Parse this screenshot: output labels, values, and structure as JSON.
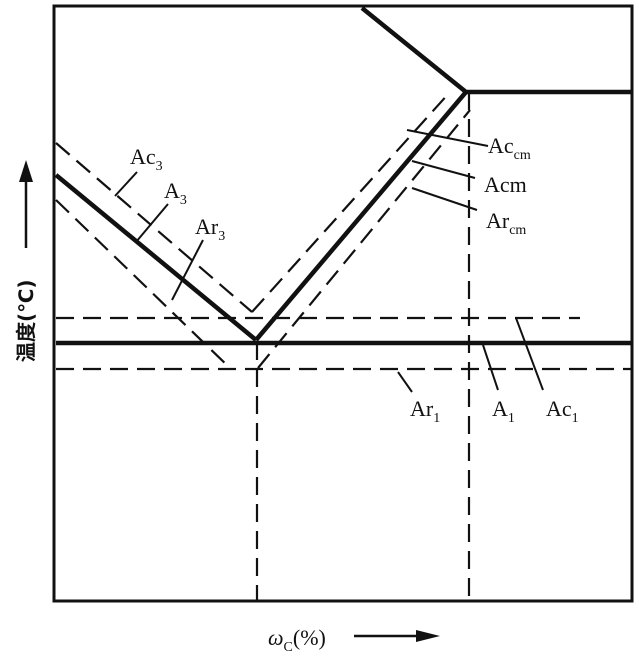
{
  "diagram": {
    "y_axis_label": "温度(℃)",
    "x_axis_label_main": "ω",
    "x_axis_label_sub": "C",
    "x_axis_label_unit": "(%)",
    "labels": {
      "ac3": {
        "main": "Ac",
        "sub": "3"
      },
      "a3": {
        "main": "A",
        "sub": "3"
      },
      "ar3": {
        "main": "Ar",
        "sub": "3"
      },
      "accm": {
        "main": "Ac",
        "sub": "cm"
      },
      "acm": {
        "main": "Acm",
        "sub": ""
      },
      "arcm": {
        "main": "Ar",
        "sub": "cm"
      },
      "ar1": {
        "main": "Ar",
        "sub": "1"
      },
      "a1": {
        "main": "A",
        "sub": "1"
      },
      "ac1": {
        "main": "Ac",
        "sub": "1"
      }
    }
  }
}
